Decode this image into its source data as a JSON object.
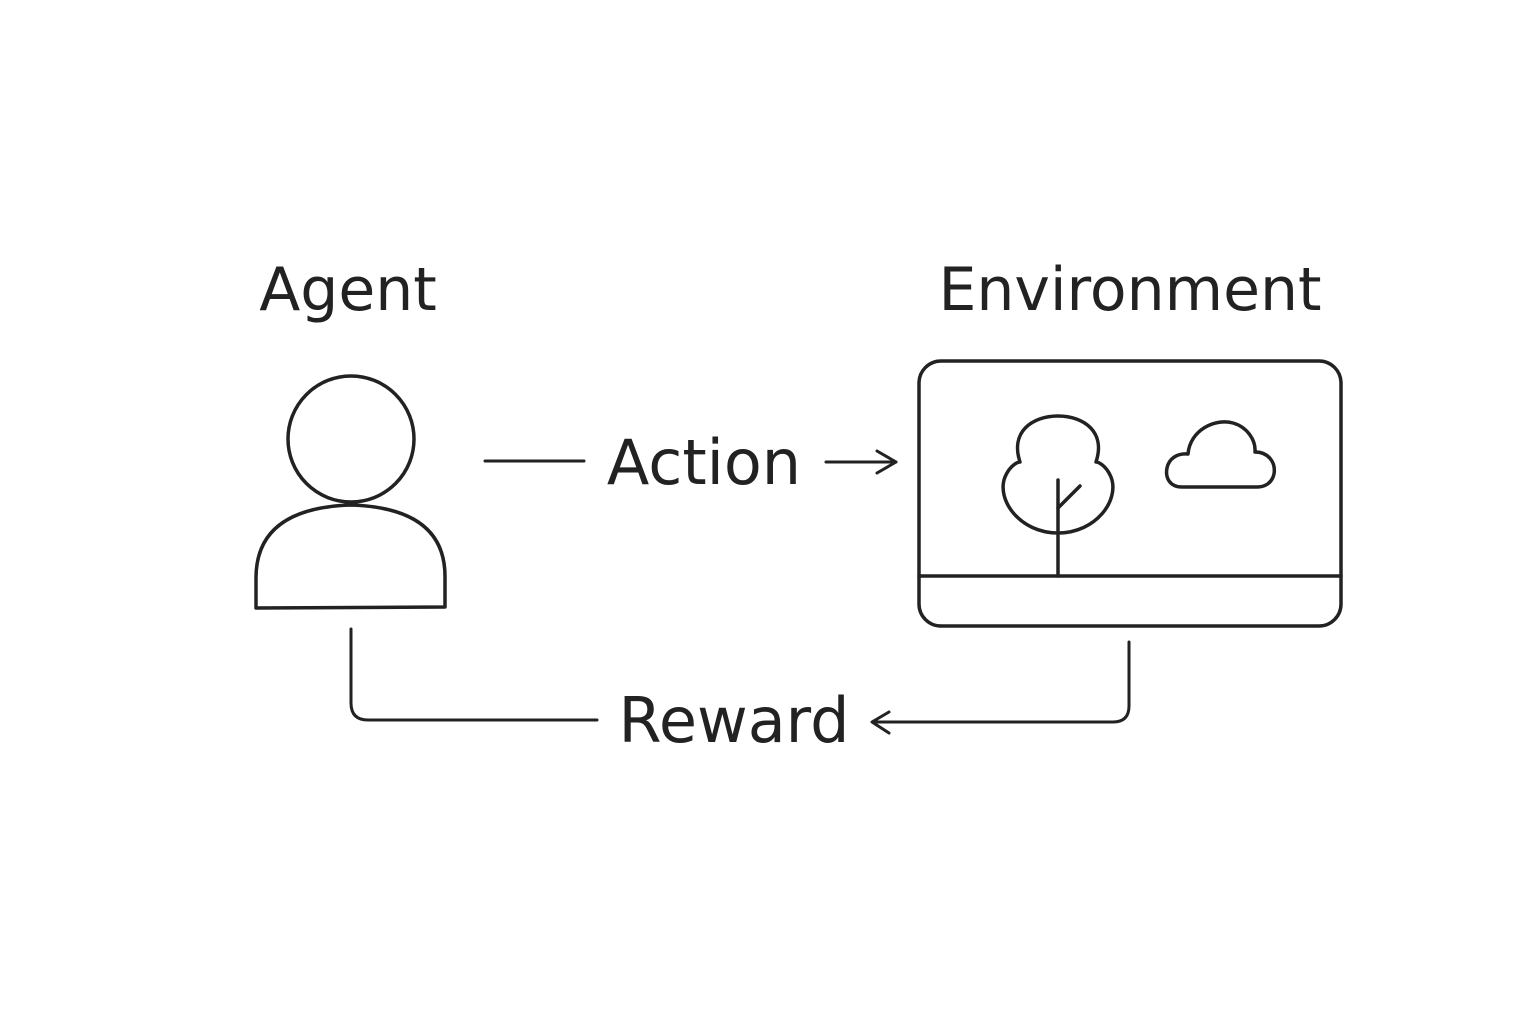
{
  "diagram": {
    "agent_label": "Agent",
    "environment_label": "Environment",
    "action_label": "Action",
    "reward_label": "Reward"
  },
  "colors": {
    "ink": "#222222",
    "background": "#ffffff"
  },
  "icons": {
    "agent": "person-icon",
    "environment_tree": "tree-icon",
    "environment_cloud": "cloud-icon"
  }
}
